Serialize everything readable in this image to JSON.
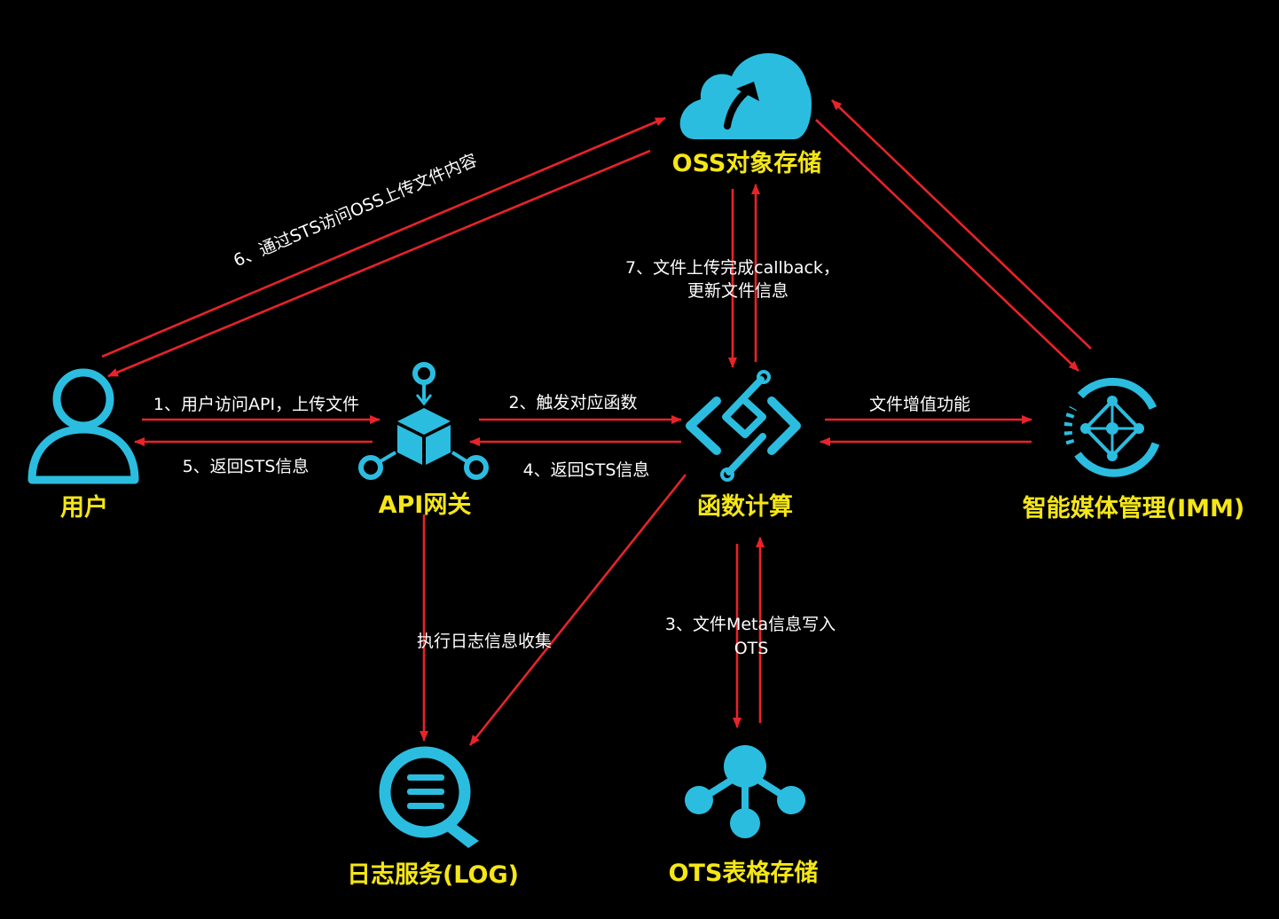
{
  "colors": {
    "background": "#000000",
    "icon": "#2bbde0",
    "node_label": "#f5e616",
    "arrow": "#e8232a",
    "edge_label": "#ffffff"
  },
  "nodes": {
    "oss": {
      "label": "OSS对象存储",
      "icon": "cloud-upload-icon"
    },
    "user": {
      "label": "用户",
      "icon": "user-icon"
    },
    "api": {
      "label": "API网关",
      "icon": "api-gateway-icon"
    },
    "fc": {
      "label": "函数计算",
      "icon": "function-compute-icon"
    },
    "imm": {
      "label": "智能媒体管理(IMM)",
      "icon": "media-management-icon"
    },
    "log": {
      "label": "日志服务(LOG)",
      "icon": "log-search-icon"
    },
    "ots": {
      "label": "OTS表格存储",
      "icon": "table-store-icon"
    }
  },
  "edges": {
    "step1": "1、用户访问API，上传文件",
    "step2": "2、触发对应函数",
    "step3_line1": "3、文件Meta信息写入",
    "step3_line2": "OTS",
    "step4": "4、返回STS信息",
    "step5": "5、返回STS信息",
    "step6": "6、通过STS访问OSS上传文件内容",
    "step7_line1": "7、文件上传完成callback，",
    "step7_line2": "更新文件信息",
    "imm_link": "文件增值功能",
    "log_link": "执行日志信息收集"
  }
}
